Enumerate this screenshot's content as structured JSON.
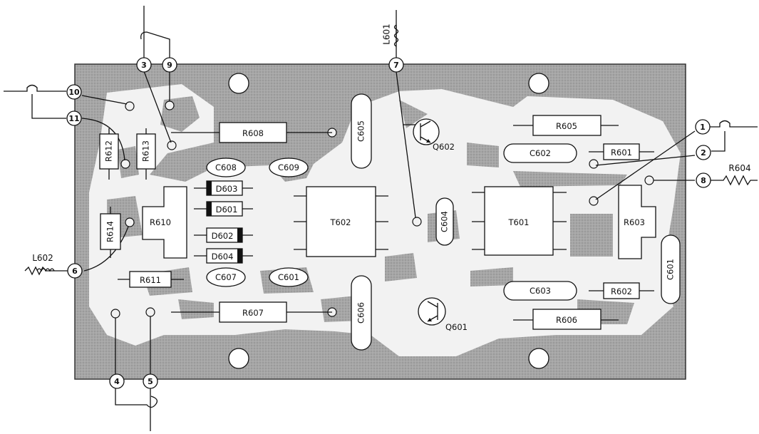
{
  "colors": {
    "board": "#a9a9a9",
    "trace": "#f2f2f2",
    "ink": "#111111"
  },
  "terminals": [
    "1",
    "2",
    "3",
    "4",
    "5",
    "6",
    "7",
    "8",
    "9",
    "10",
    "11"
  ],
  "components": {
    "r608": "R608",
    "r605": "R605",
    "r601": "R601",
    "r604": "R604",
    "r612": "R612",
    "r613": "R613",
    "r610": "R610",
    "r614": "R614",
    "r611": "R611",
    "r607": "R607",
    "r606": "R606",
    "r602": "R602",
    "r603": "R603",
    "c605": "C605",
    "c602": "C602",
    "c608": "C608",
    "c609": "C609",
    "c604": "C604",
    "c606": "C606",
    "c603": "C603",
    "c601a": "C601",
    "c601b": "C601",
    "c607": "C607",
    "d603": "D603",
    "d601": "D601",
    "d602": "D602",
    "d604": "D604",
    "t602": "T602",
    "t601": "T601",
    "q602": "Q602",
    "q601": "Q601",
    "l601": "L601",
    "l602": "L602"
  }
}
